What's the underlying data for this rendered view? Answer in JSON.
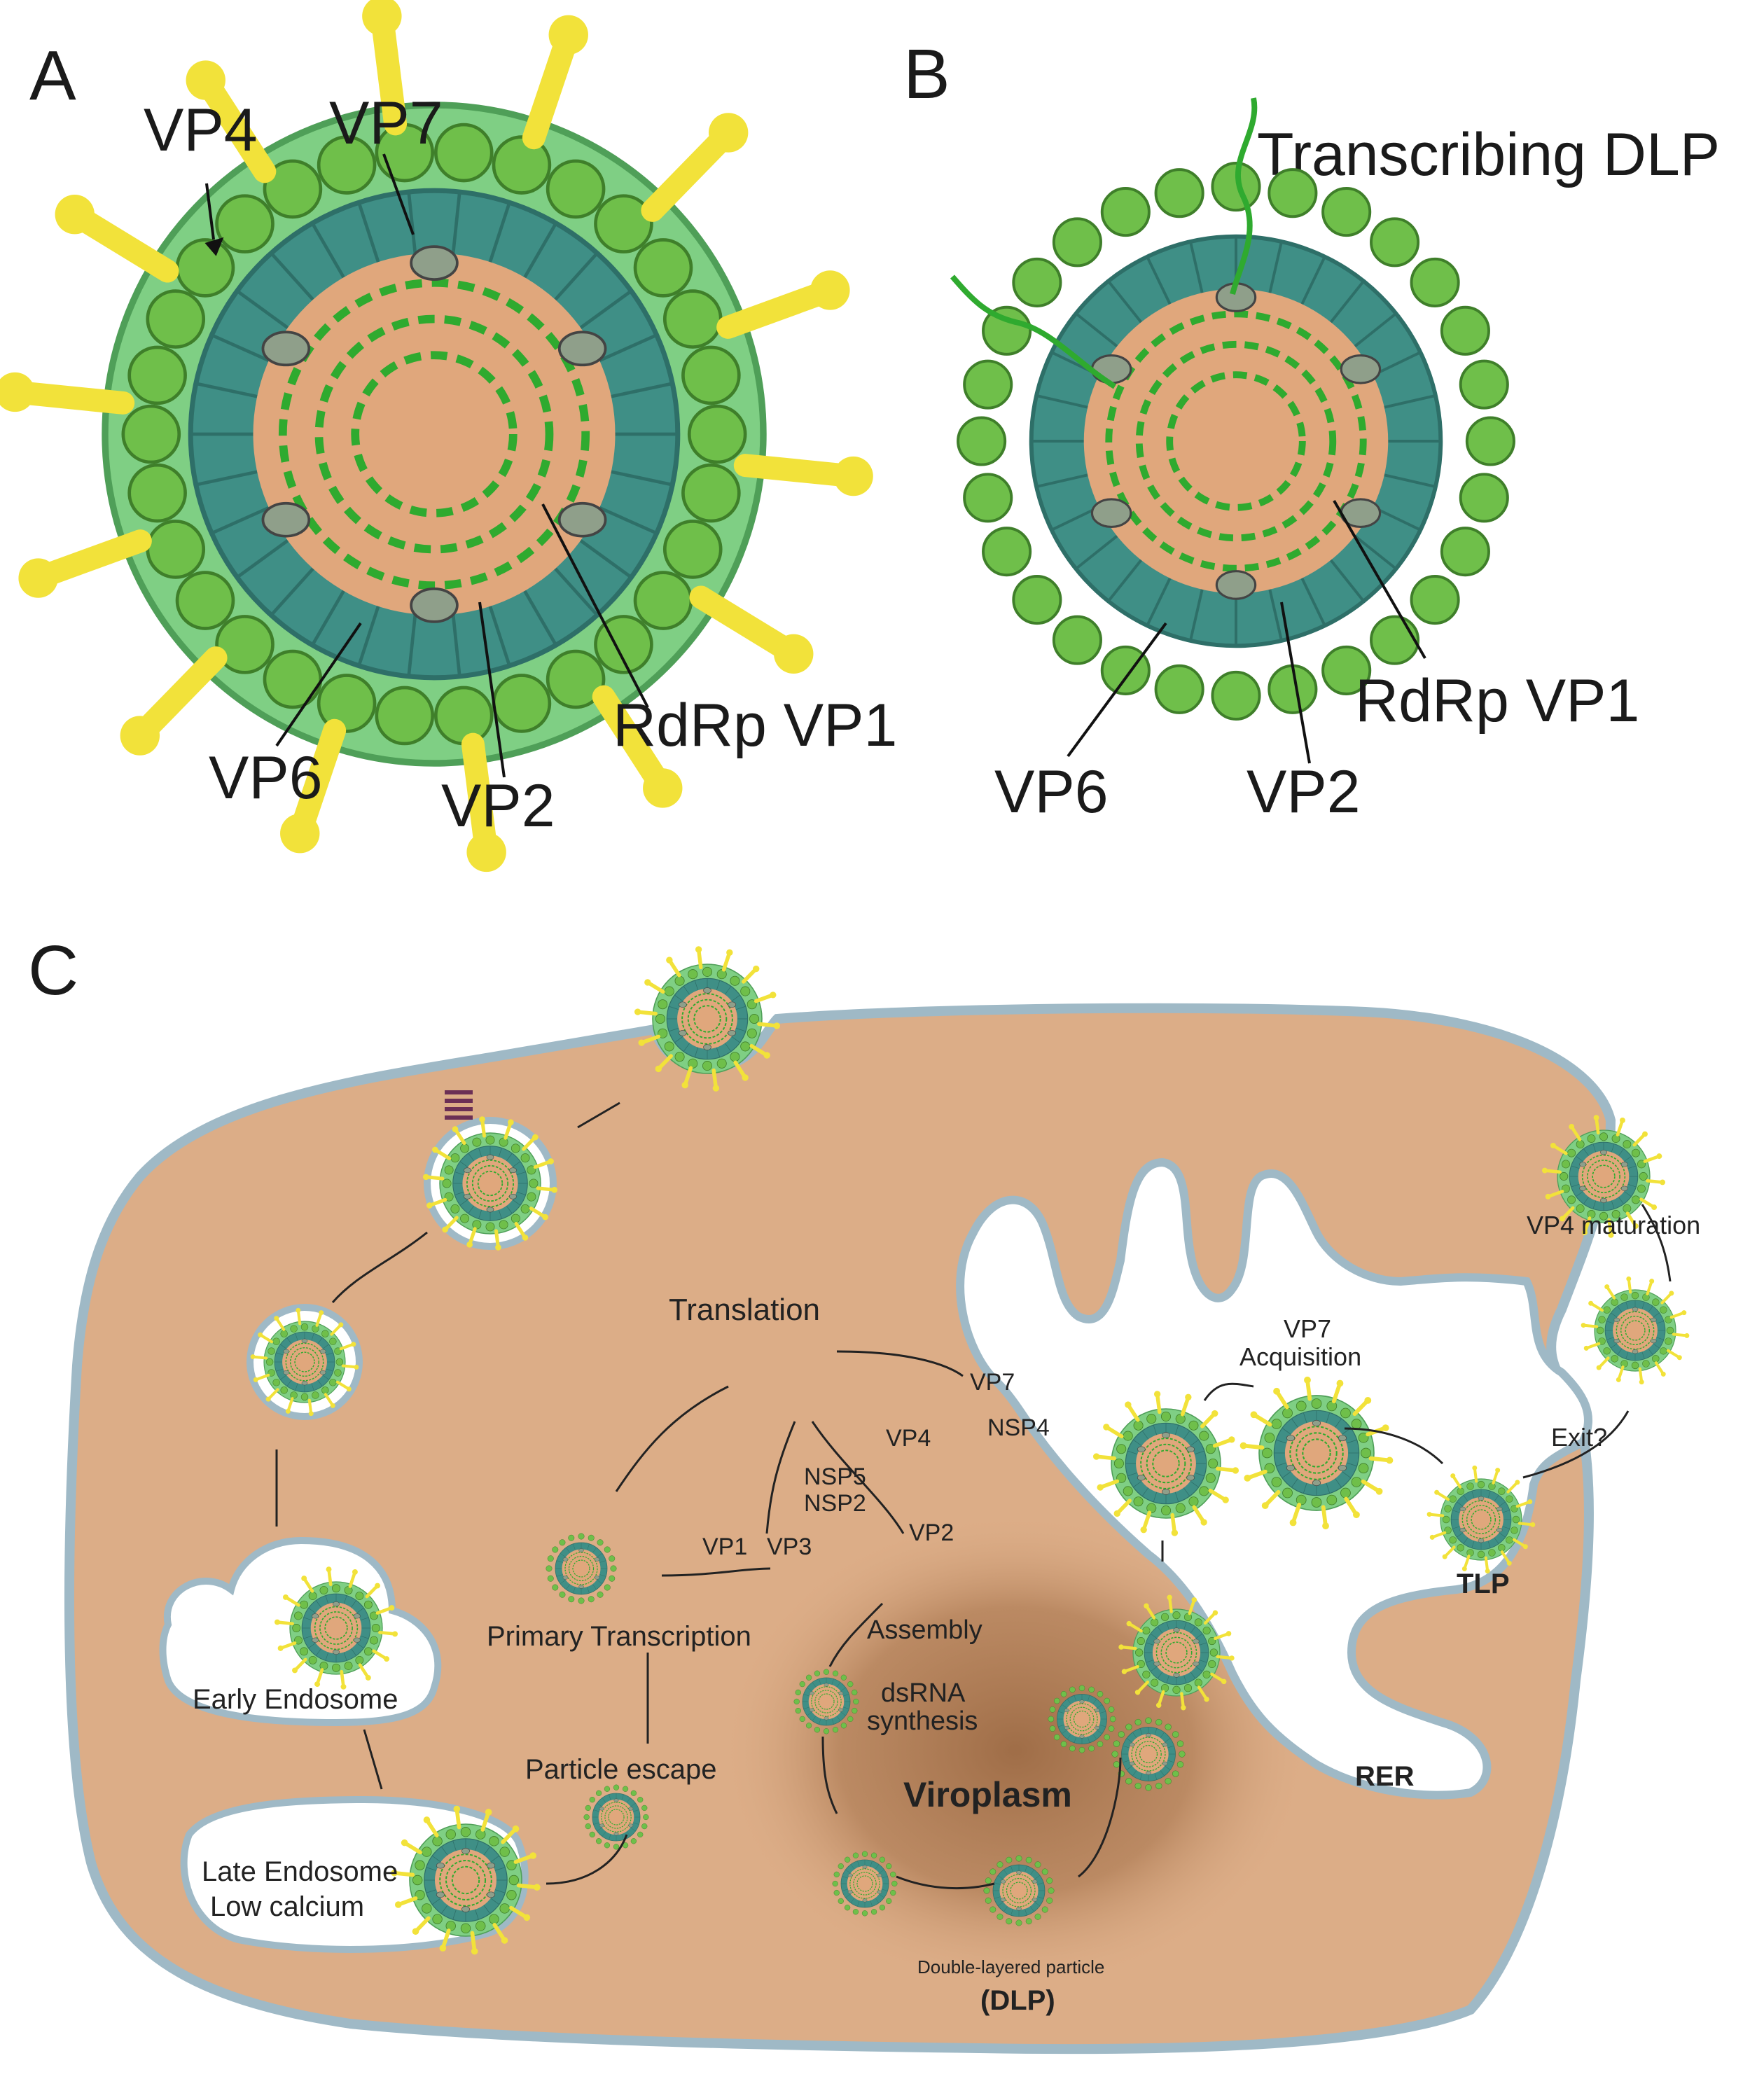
{
  "panels": {
    "a": "A",
    "b": "B",
    "c": "C"
  },
  "panel_a": {
    "labels": {
      "vp4": "VP4",
      "vp7": "VP7",
      "vp6": "VP6",
      "vp2": "VP2",
      "rdrp": "RdRp VP1"
    }
  },
  "panel_b": {
    "labels": {
      "title": "Transcribing DLP",
      "vp6": "VP6",
      "vp2": "VP2",
      "rdrp": "RdRp VP1"
    }
  },
  "panel_c": {
    "labels": {
      "translation": "Translation",
      "vp7": "VP7",
      "nsp4": "NSP4",
      "vp4": "VP4",
      "nsp5": "NSP5",
      "nsp2": "NSP2",
      "vp1": "VP1",
      "vp3": "VP3",
      "vp2": "VP2",
      "assembly": "Assembly",
      "dsrna_1": "dsRNA",
      "dsrna_2": "synthesis",
      "viroplasm": "Viroplasm",
      "dlp_full": "Double-layered particle",
      "dlp": "(DLP)",
      "primary_transcription": "Primary Transcription",
      "particle_escape": "Particle escape",
      "early_endosome": "Early Endosome",
      "late_endosome_1": "Late Endosome",
      "late_endosome_2": "Low calcium",
      "vp7_acq_1": "VP7",
      "vp7_acq_2": "Acquisition",
      "vp4_maturation": "VP4 maturation",
      "exit": "Exit?",
      "tlp": "TLP",
      "rer": "RER"
    }
  },
  "colors": {
    "cytoplasm": "#dcad87",
    "membrane": "#9fb9c6",
    "viroplasm": "#a8764f",
    "vp7_layer": "#7fcf84",
    "vp6": "#6fbf4a",
    "vp2": "#3f8f86",
    "core": "#e0a77c",
    "vp4": "#f2e23a",
    "rna": "#2faa2f"
  }
}
